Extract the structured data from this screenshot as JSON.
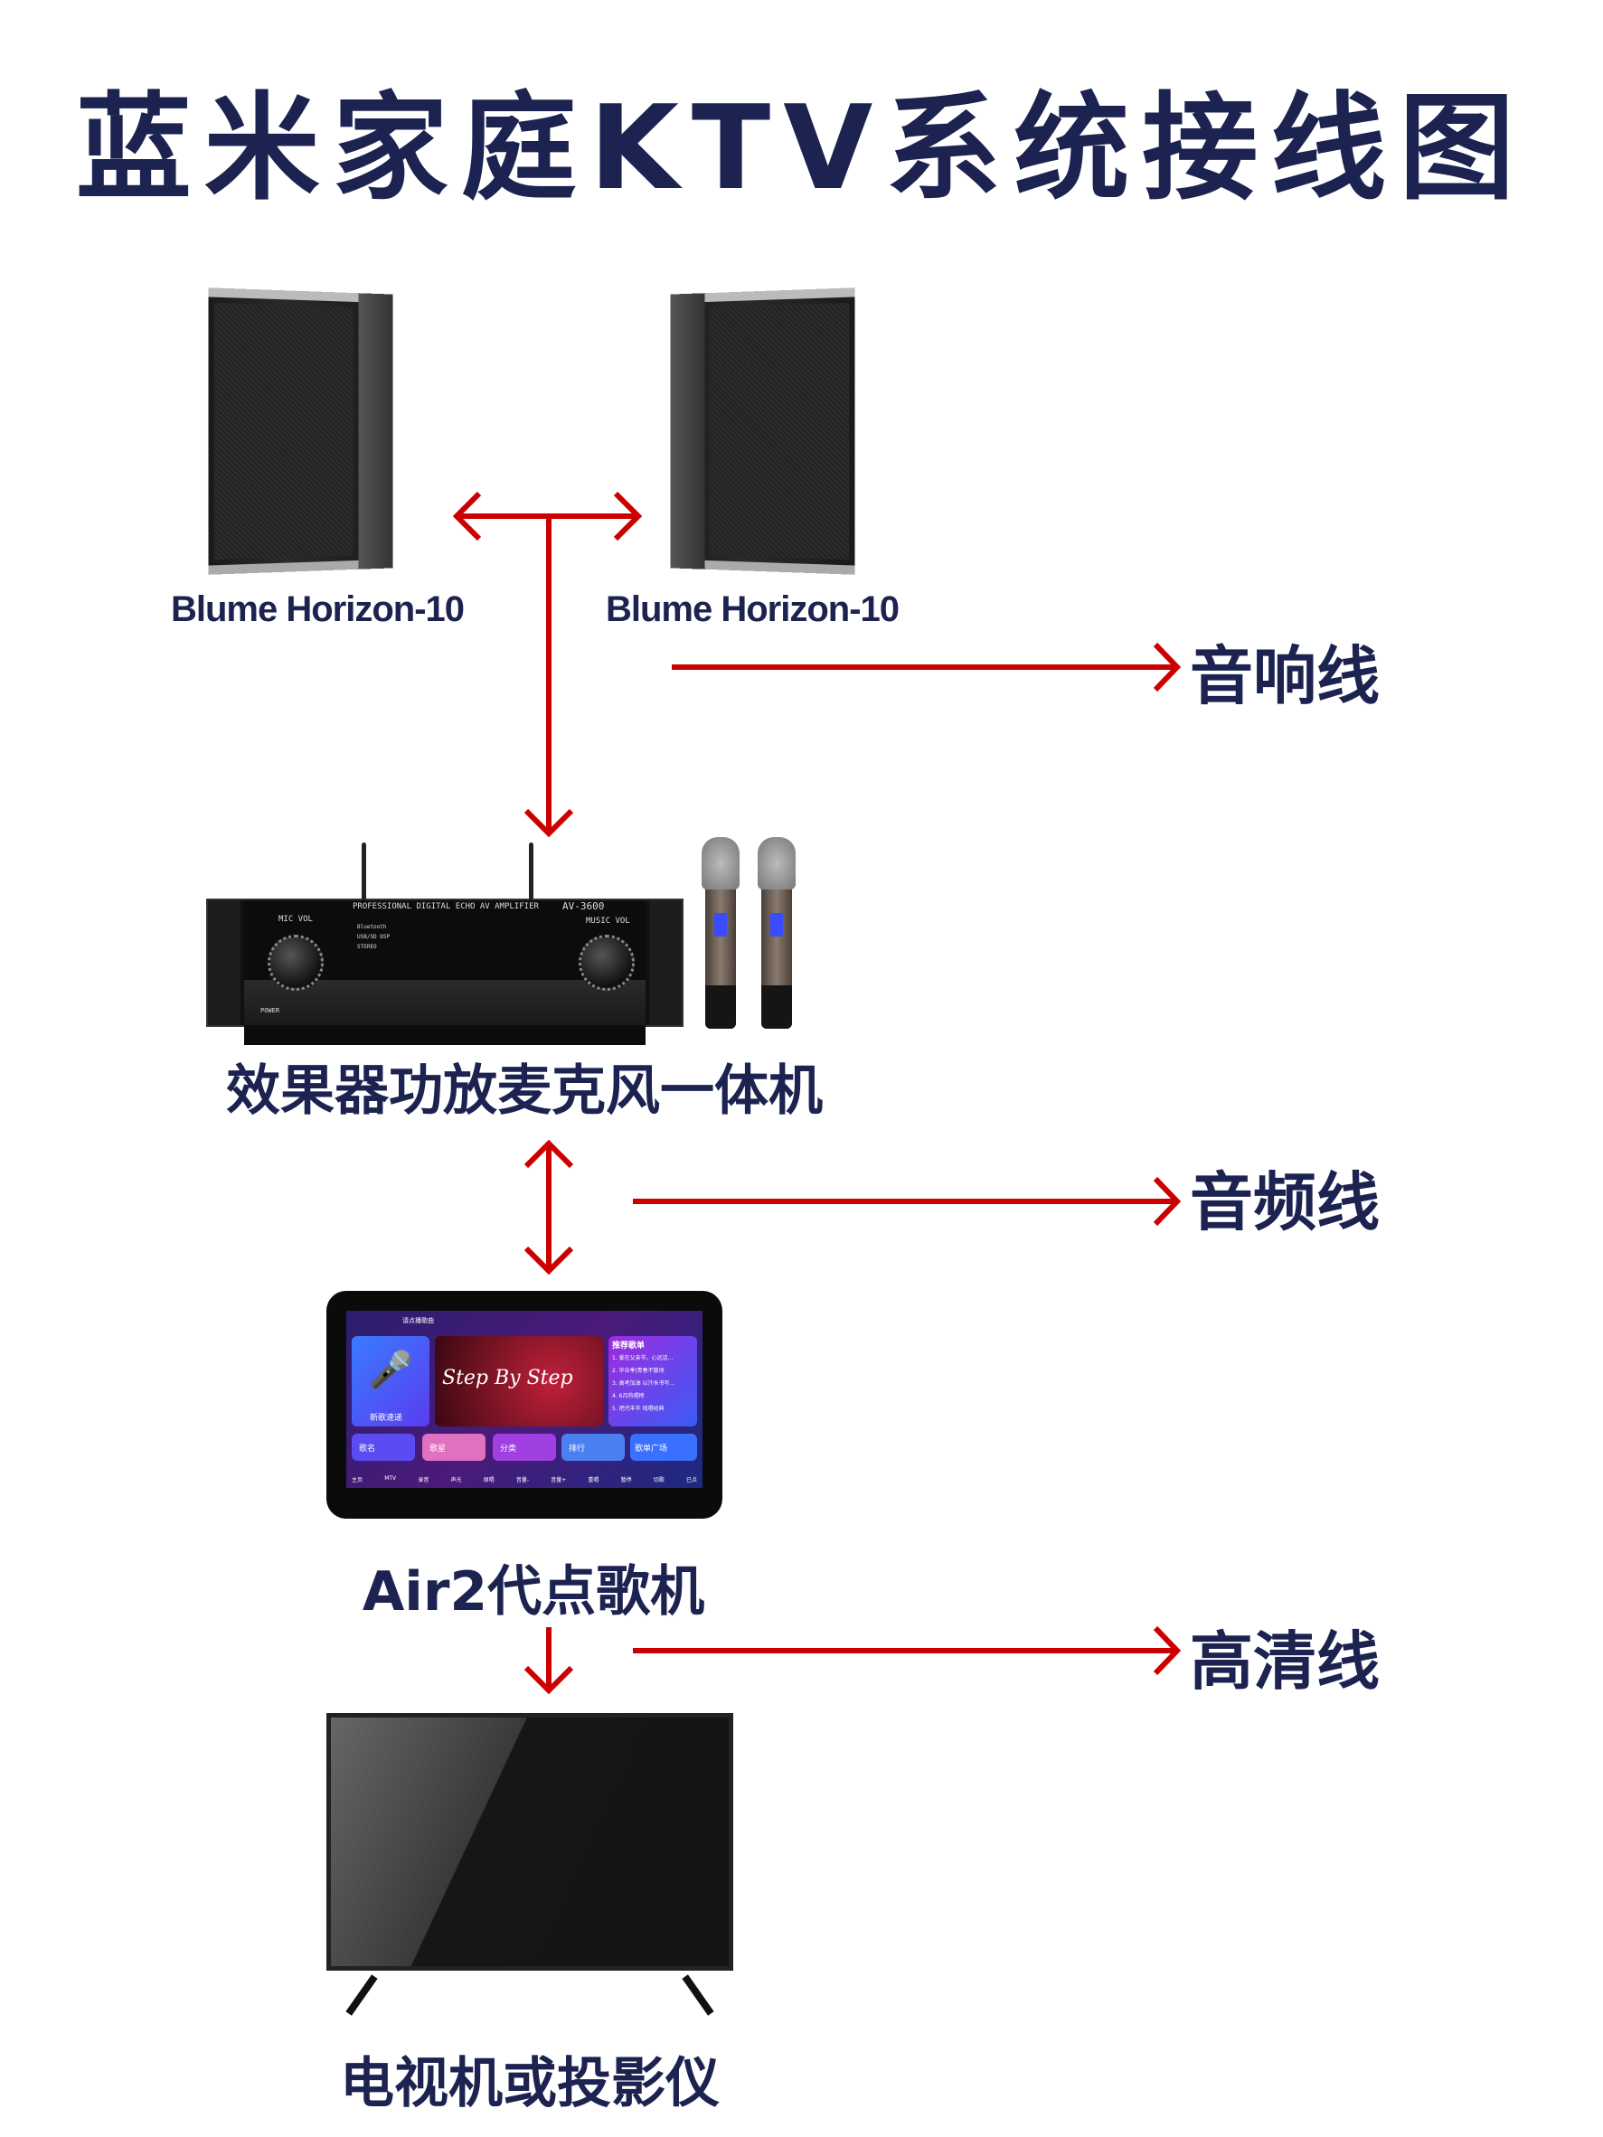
{
  "title": "蓝米家庭KTV系统接线图",
  "speakers": [
    {
      "label": "Blume Horizon-10"
    },
    {
      "label": "Blume Horizon-10"
    }
  ],
  "cables": {
    "speaker": "音响线",
    "audio": "音频线",
    "hdmi": "高清线"
  },
  "amplifier": {
    "label": "效果器功放麦克风一体机",
    "panel_title": "PROFESSIONAL DIGITAL ECHO AV AMPLIFIER",
    "model": "AV-3600",
    "mic_vol": "MIC VOL",
    "music_vol": "MUSIC VOL",
    "power": "POWER",
    "modes": "Bluetooth USB/SD DSP STEREO"
  },
  "player": {
    "label": "Air2代点歌机",
    "screen": {
      "hint": "请点播歌曲",
      "new_songs": "新歌速递",
      "banner": "Step By Step",
      "playlist_title": "推荐歌单",
      "playlist": [
        "1. 爱在父亲节，心远话...",
        "2. 毕业季|青春不散场",
        "3. 高考加油 以汗水书写...",
        "4. 6月热唱榜",
        "5. 把代丰华 戏唱经典"
      ],
      "categories": [
        "歌名",
        "歌星",
        "分类",
        "排行",
        "歌单广场"
      ],
      "controls": [
        "主页",
        "MTV",
        "录音",
        "声光",
        "原唱",
        "音量-",
        "音量+",
        "重唱",
        "暂停",
        "切歌",
        "已点"
      ]
    }
  },
  "tv": {
    "label": "电视机或投影仪"
  },
  "colors": {
    "text": "#1c2350",
    "arrow": "#cc0000"
  }
}
